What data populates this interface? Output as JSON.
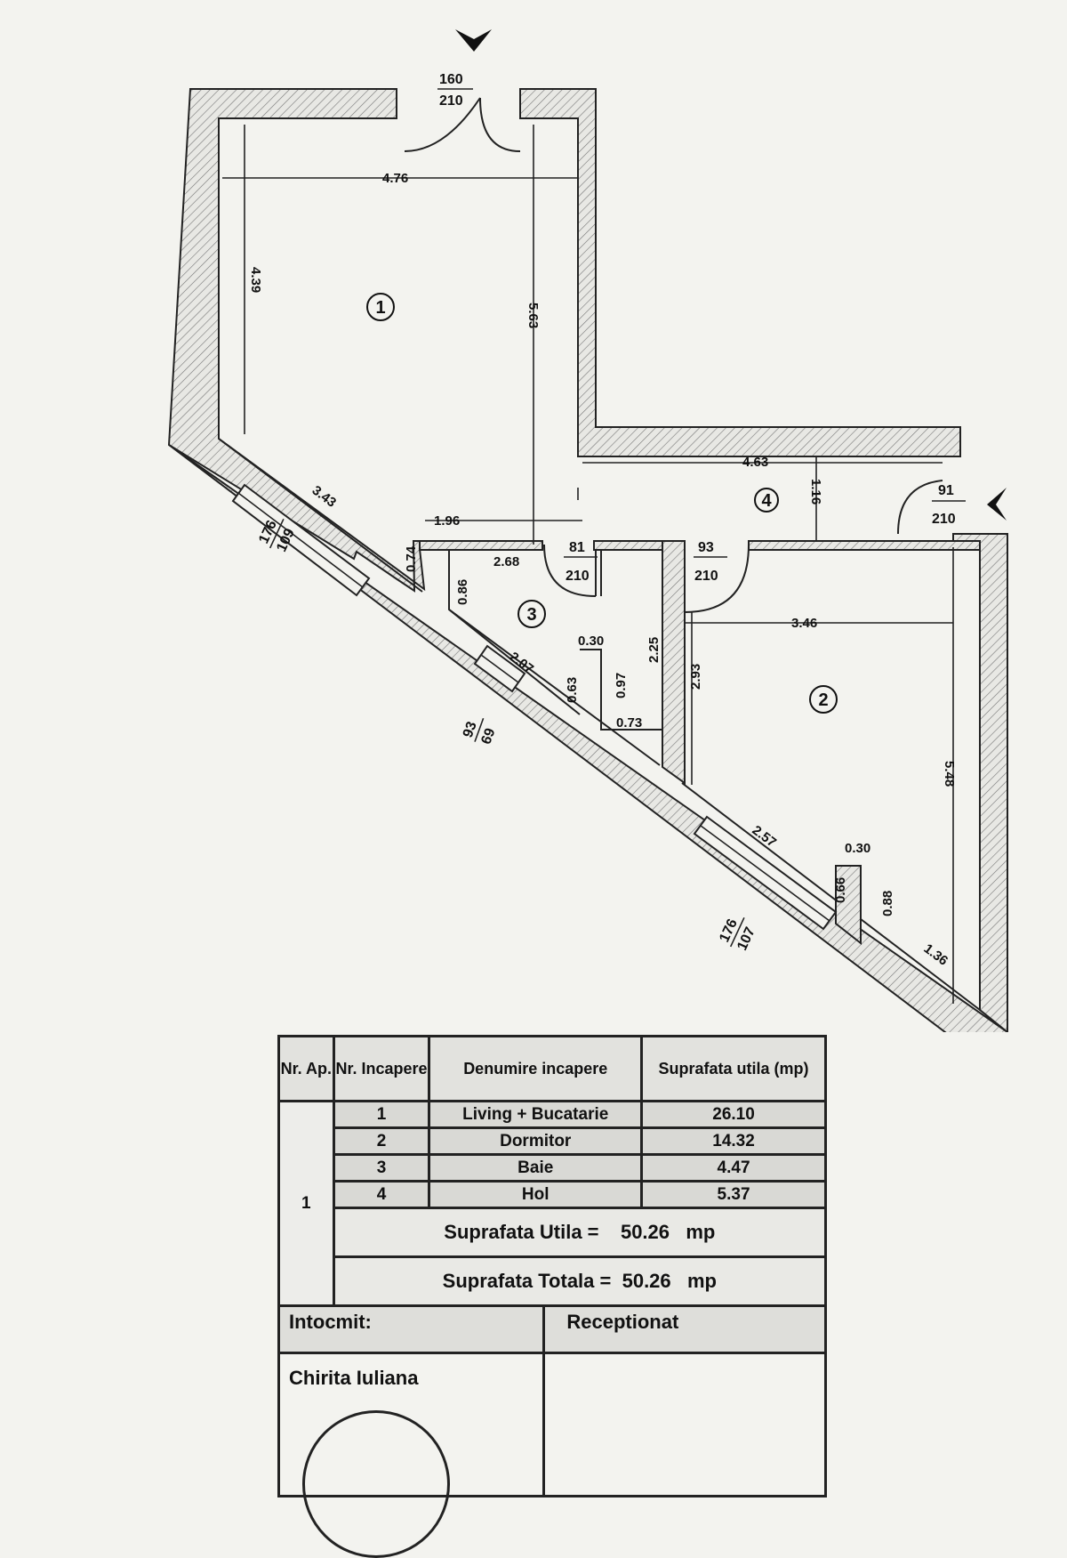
{
  "plan": {
    "doors": [
      {
        "width": "160",
        "height": "210"
      },
      {
        "width": "91",
        "height": "210"
      },
      {
        "width": "81",
        "height": "210"
      },
      {
        "width": "93",
        "height": "210"
      }
    ],
    "windows": [
      {
        "width": "176",
        "height": "109"
      },
      {
        "width": "93",
        "height": "69"
      },
      {
        "width": "176",
        "height": "107"
      }
    ],
    "rooms": [
      "1",
      "2",
      "3",
      "4"
    ],
    "dimensions": {
      "d476": "4.76",
      "d439": "4.39",
      "d563": "5.63",
      "d463": "4.63",
      "d116": "1.16",
      "d343": "3.43",
      "d196": "1.96",
      "d074": "0.74",
      "d268": "2.68",
      "d086": "0.86",
      "d346": "3.46",
      "d030a": "0.30",
      "d207": "2.07",
      "d063": "0.63",
      "d097": "0.97",
      "d225": "2.25",
      "d293": "2.93",
      "d073": "0.73",
      "d548": "5.48",
      "d257": "2.57",
      "d030b": "0.30",
      "d066": "0.66",
      "d088": "0.88",
      "d136": "1.36"
    }
  },
  "table": {
    "headers": {
      "nr_ap": "Nr. Ap.",
      "nr_incapere": "Nr. Incapere",
      "denumire": "Denumire incapere",
      "suprafata": "Suprafata utila (mp)"
    },
    "apartment": "1",
    "rows": [
      {
        "nr": "1",
        "name": "Living + Bucatarie",
        "area": "26.10"
      },
      {
        "nr": "2",
        "name": "Dormitor",
        "area": "14.32"
      },
      {
        "nr": "3",
        "name": "Baie",
        "area": "4.47"
      },
      {
        "nr": "4",
        "name": "Hol",
        "area": "5.37"
      }
    ],
    "utila": "Suprafata Utila =    50.26   mp",
    "totala": "Suprafata Totala =  50.26   mp"
  },
  "signature": {
    "intocmit_label": "Intocmit:",
    "receptionat_label": "Receptionat",
    "author": "Chirita Iuliana"
  }
}
